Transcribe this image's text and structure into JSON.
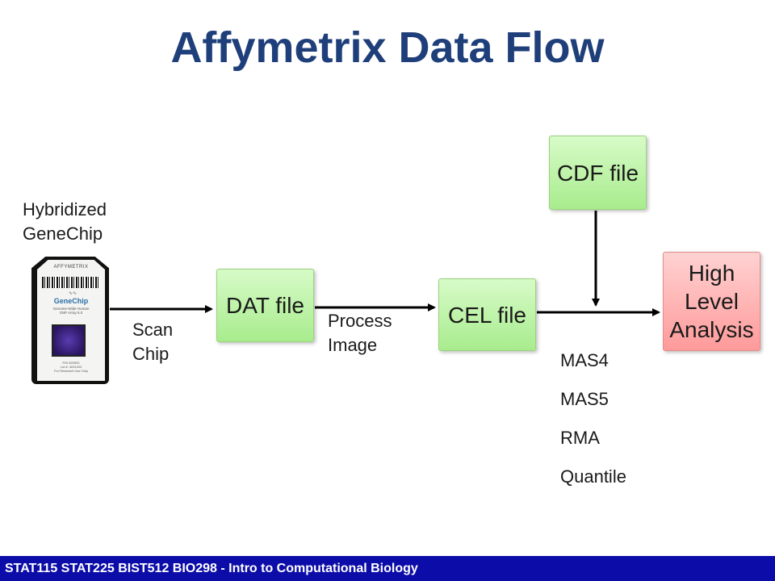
{
  "title": "Affymetrix Data Flow",
  "nodes": {
    "dat": "DAT file",
    "cel": "CEL file",
    "cdf": "CDF file",
    "high_level": [
      "High",
      "Level",
      "Analysis"
    ]
  },
  "labels": {
    "hybridized": [
      "Hybridized",
      "GeneChip"
    ],
    "scan": [
      "Scan",
      "Chip"
    ],
    "process": [
      "Process",
      "Image"
    ]
  },
  "methods": [
    "MAS4",
    "MAS5",
    "RMA",
    "Quantile"
  ],
  "chip": {
    "brand": "AFFYMETRIX",
    "name": "GeneChip",
    "description": [
      "Genome-Wide Human",
      "SNP Array 6.0"
    ],
    "footer": [
      "P/N 520532",
      "Lot #: 4031320",
      "For Research Use Only"
    ]
  },
  "footer": "STAT115 STAT225 BIST512 BIO298 - Intro to Computational Biology",
  "colors": {
    "title": "#1f3f7a",
    "green_box": "#b8f0a0",
    "red_box": "#ffb0b0",
    "footer_bg": "#0c0ca8"
  }
}
